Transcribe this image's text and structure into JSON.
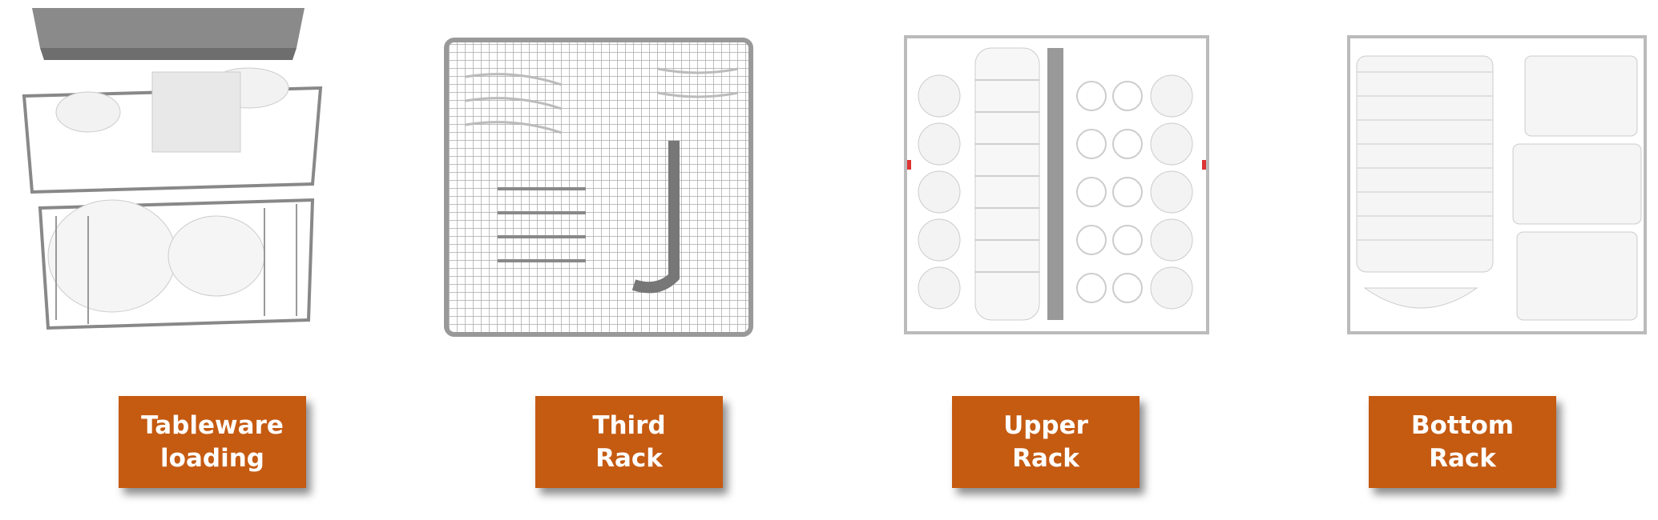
{
  "colors": {
    "label_bg": "#c55a11",
    "label_text": "#ffffff",
    "rack": "#9a9a9a"
  },
  "panels": [
    {
      "name": "tableware-loading",
      "label_line1": "Tableware",
      "label_line2": "loading",
      "image": "dishwasher-racks-loaded-image"
    },
    {
      "name": "third-rack",
      "label_line1": "Third",
      "label_line2": "Rack",
      "image": "third-rack-image"
    },
    {
      "name": "upper-rack",
      "label_line1": "Upper",
      "label_line2": "Rack",
      "image": "upper-rack-image"
    },
    {
      "name": "bottom-rack",
      "label_line1": "Bottom",
      "label_line2": "Rack",
      "image": "bottom-rack-image"
    }
  ]
}
